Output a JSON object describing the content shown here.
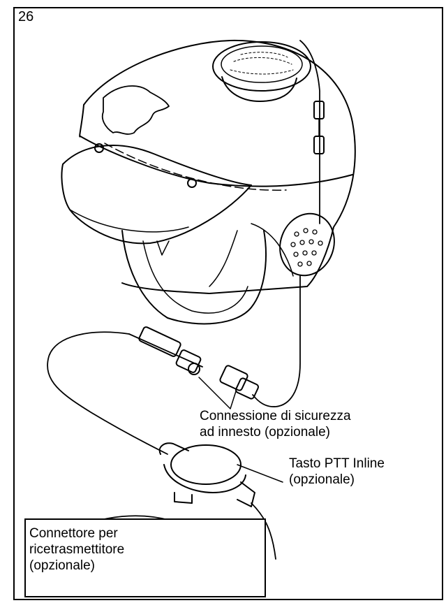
{
  "figure": {
    "number": "26"
  },
  "callouts": {
    "connection": {
      "line1": "Connessione di sicurezza",
      "line2": "ad innesto (opzionale)"
    },
    "ptt": {
      "line1": "Tasto PTT Inline",
      "line2": "(opzionale)"
    },
    "connector": {
      "line1": "Connettore per",
      "line2": "ricetrasmettitore",
      "line3": "(opzionale)"
    }
  },
  "colors": {
    "ink": "#000000",
    "background": "#ffffff"
  }
}
